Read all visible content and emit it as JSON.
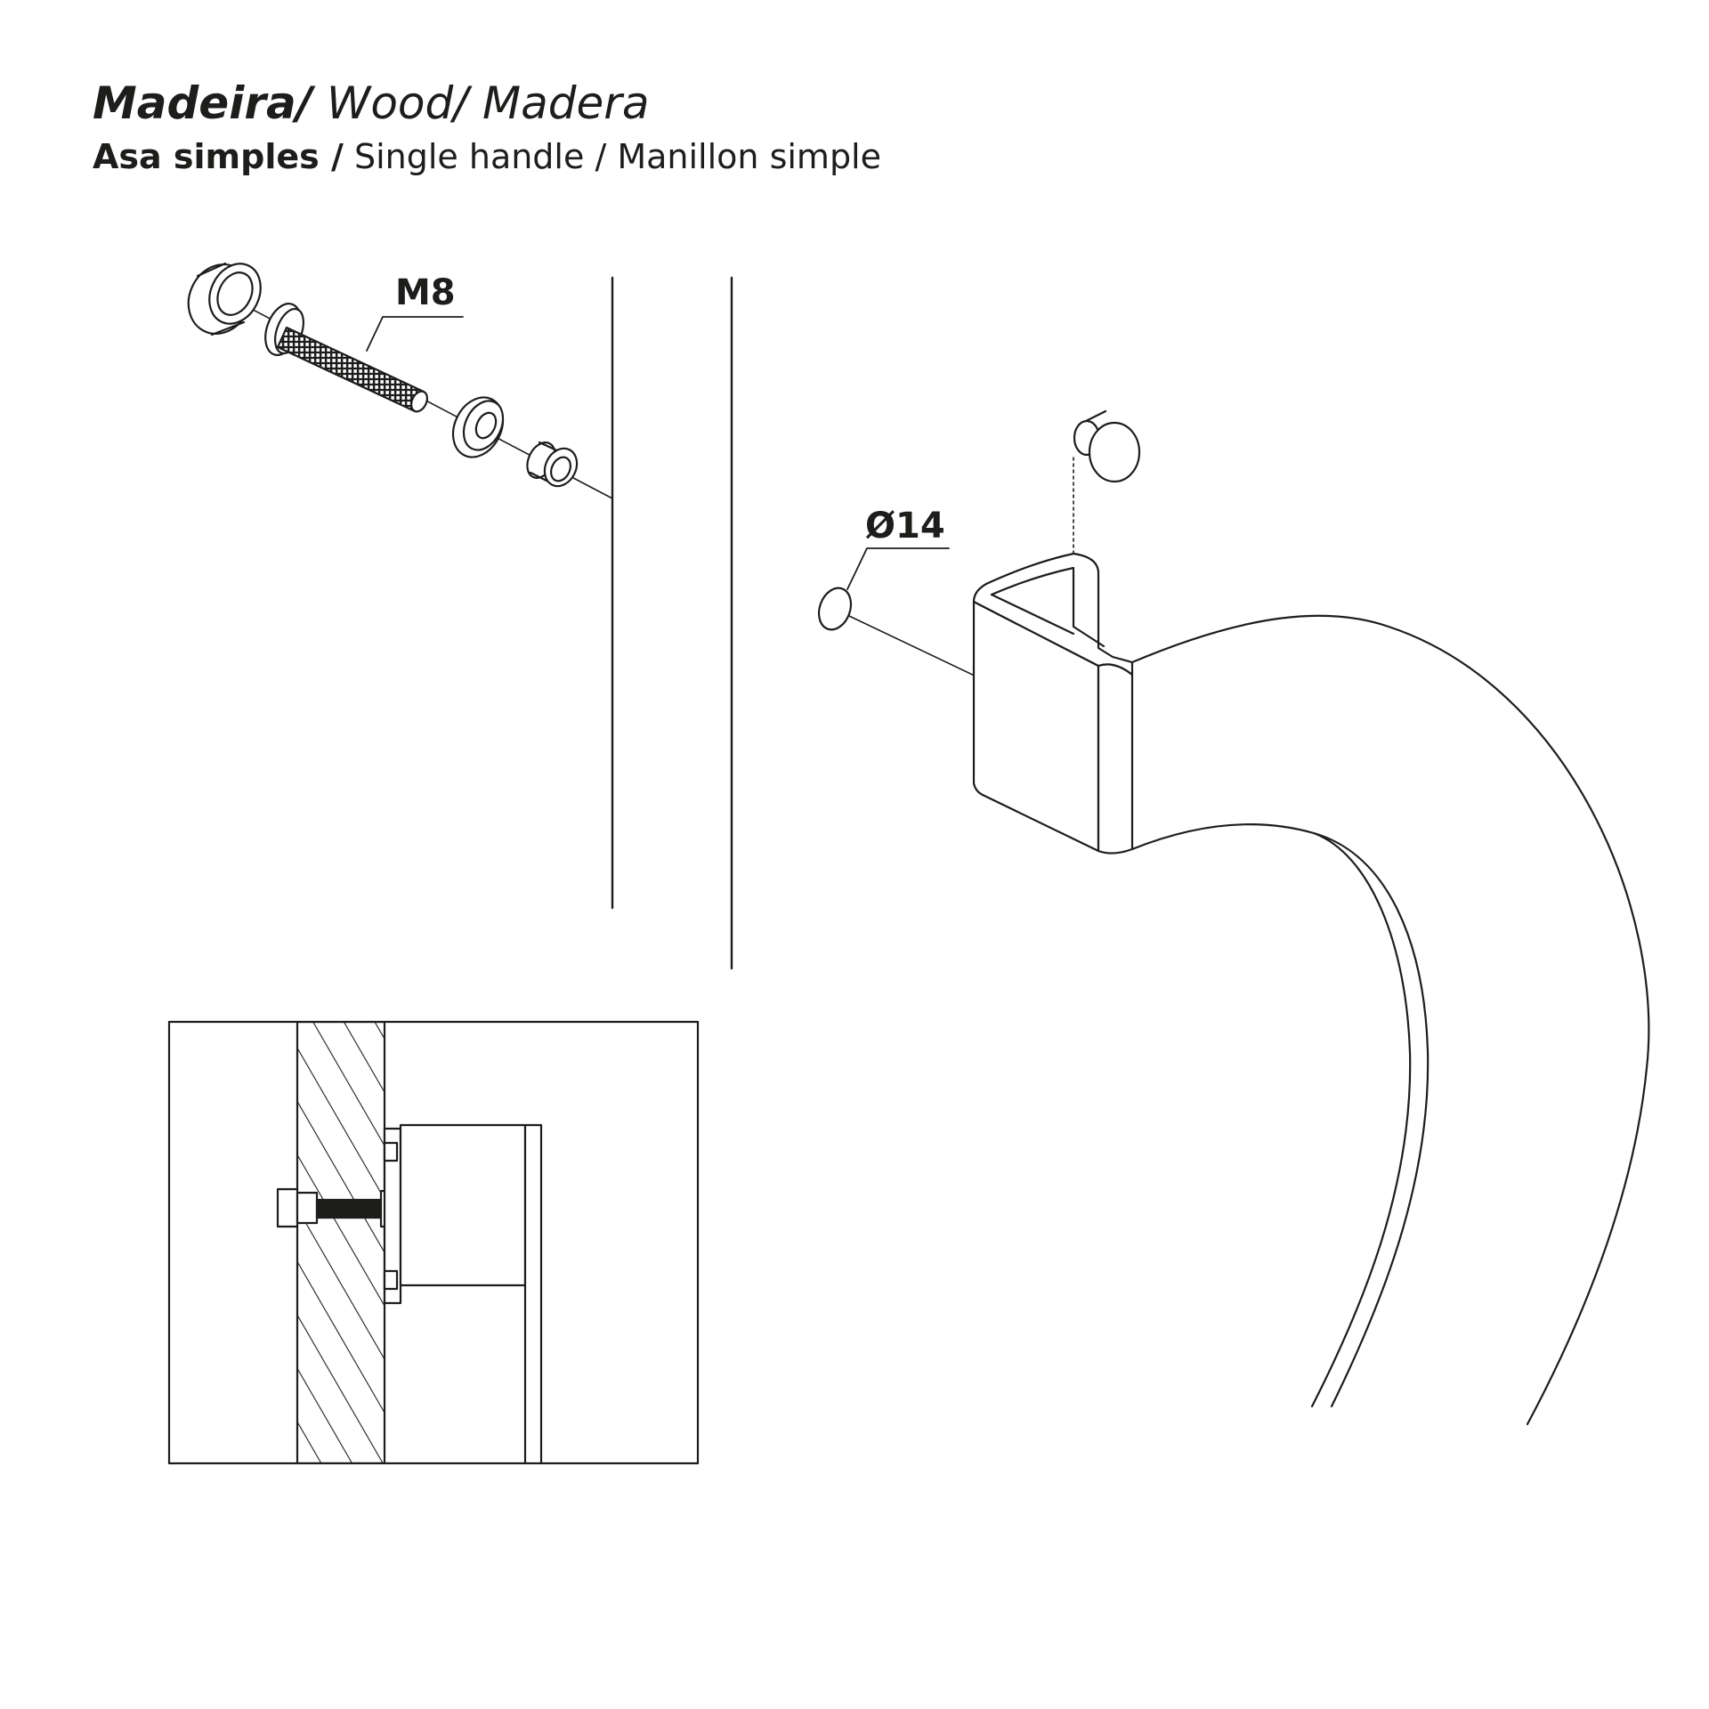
{
  "header": {
    "title_primary": "Madeira/",
    "title_secondary": " Wood/ Madera",
    "subtitle_primary": "Asa  simples /",
    "subtitle_secondary": " Single handle / Manillon simple"
  },
  "callouts": {
    "screw_size": "M8",
    "diameter": "Ø14"
  },
  "icons": {
    "screw": "screw-icon",
    "washer": "washer-icon",
    "cap": "cap-icon",
    "plug": "plug-icon"
  },
  "colors": {
    "line": "#1d1d1b",
    "background": "#ffffff"
  }
}
